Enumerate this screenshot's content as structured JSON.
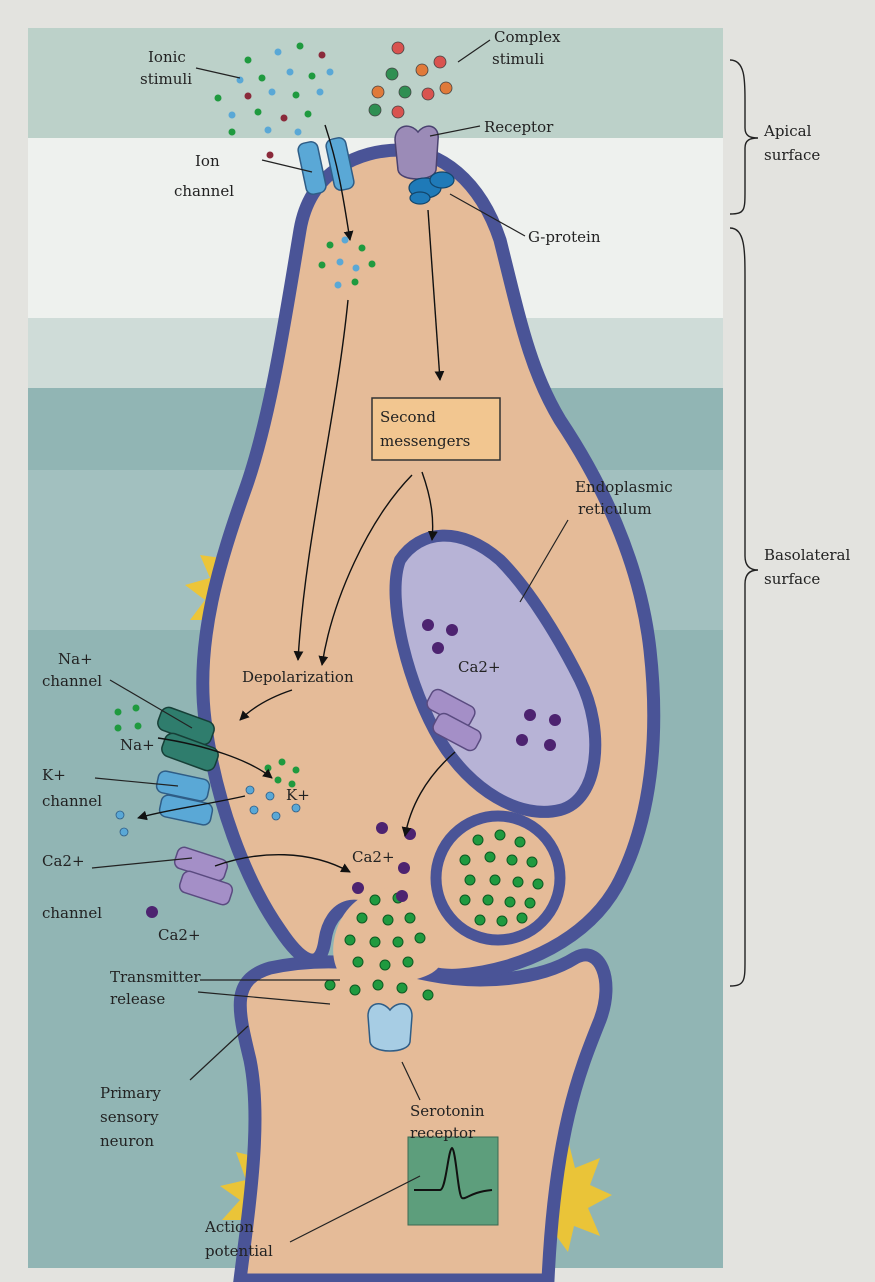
{
  "labels": {
    "ionic_stimuli": [
      "Ionic",
      "stimuli"
    ],
    "complex_stimuli": [
      "Complex",
      "stimuli"
    ],
    "receptor": "Receptor",
    "ion_channel": [
      "Ion",
      "channel"
    ],
    "g_protein": "G-protein",
    "apical_surface": [
      "Apical",
      "surface"
    ],
    "basolateral_surface": [
      "Basolateral",
      "surface"
    ],
    "second_messengers": [
      "Second",
      "messengers"
    ],
    "endoplasmic_reticulum": [
      "Endoplasmic",
      "reticulum"
    ],
    "depolarization": "Depolarization",
    "na_channel": [
      "Na+",
      "channel"
    ],
    "na_ion": "Na+",
    "k_channel": [
      "K+",
      "channel"
    ],
    "k_ion": "K+",
    "ca_er": "Ca2+",
    "ca_cyto": "Ca2+",
    "ca_channel": [
      "Ca2+",
      "channel"
    ],
    "ca_ion": "Ca2+",
    "transmitter_release": [
      "Transmitter",
      "release"
    ],
    "primary_sensory_neuron": [
      "Primary",
      "sensory",
      "neuron"
    ],
    "serotonin_receptor": [
      "Serotonin",
      "receptor"
    ],
    "action_potential": [
      "Action",
      "potential"
    ]
  },
  "colors": {
    "background_outer": "#e3e3df",
    "apical_fluid": "#b9cfc6",
    "basolateral_fluid": "#8fb4b3",
    "cell_membrane": "#4a5497",
    "cytoplasm": "#e5bb98",
    "er_fill": "#b7b3d6",
    "transmitter_vesicle": "#1f9a3f",
    "calcium_dot": "#4d2370",
    "potassium_dot": "#5aa8d6",
    "messenger_box": "#f2c690"
  }
}
